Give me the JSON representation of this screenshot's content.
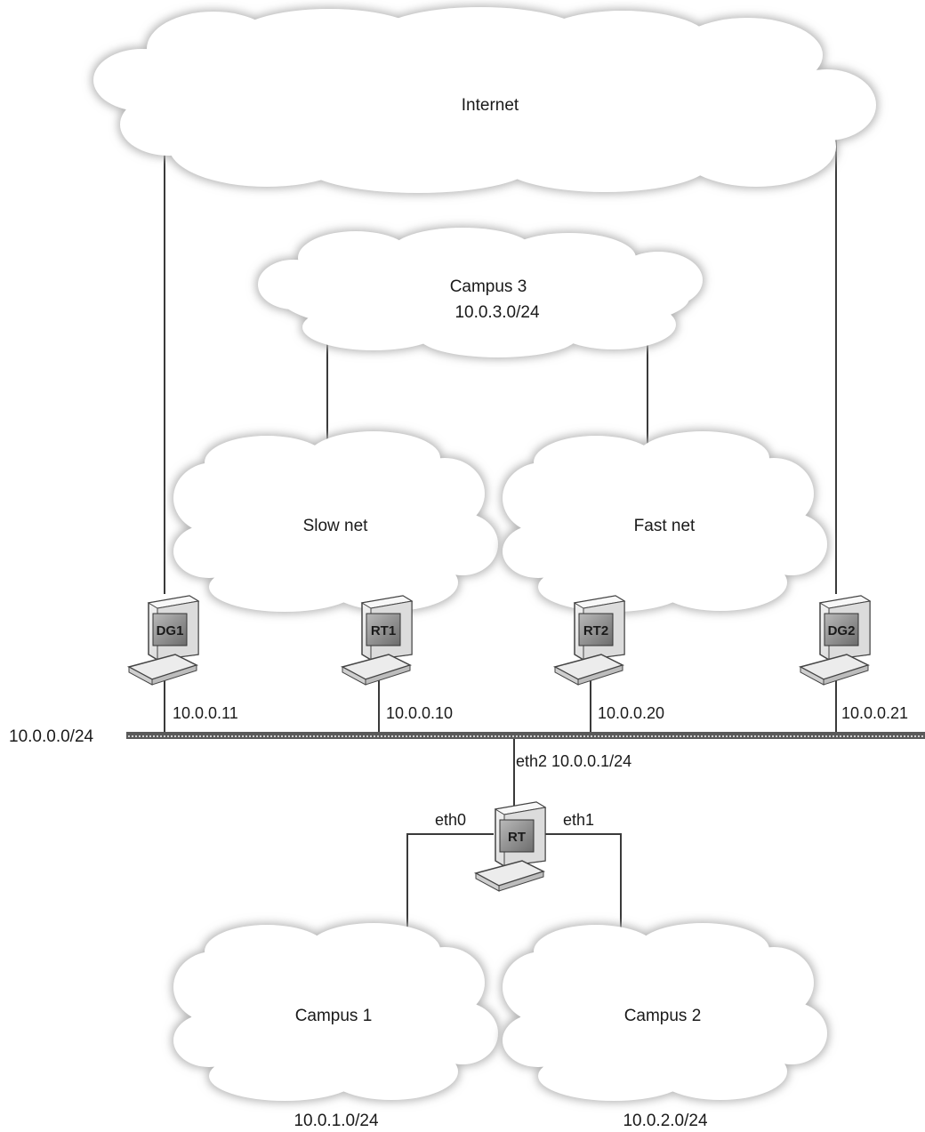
{
  "diagram": {
    "clouds": {
      "internet": {
        "label": "Internet"
      },
      "campus3": {
        "label": "Campus 3",
        "subnet": "10.0.3.0/24"
      },
      "slow_net": {
        "label": "Slow net"
      },
      "fast_net": {
        "label": "Fast net"
      },
      "campus1": {
        "label": "Campus 1",
        "subnet": "10.0.1.0/24"
      },
      "campus2": {
        "label": "Campus 2",
        "subnet": "10.0.2.0/24"
      }
    },
    "hosts": {
      "dg1": {
        "label": "DG1",
        "ip": "10.0.0.11"
      },
      "rt1": {
        "label": "RT1",
        "ip": "10.0.0.10"
      },
      "rt2": {
        "label": "RT2",
        "ip": "10.0.0.20"
      },
      "dg2": {
        "label": "DG2",
        "ip": "10.0.0.21"
      },
      "rt": {
        "label": "RT"
      }
    },
    "backbone": {
      "subnet": "10.0.0.0/24"
    },
    "interfaces": {
      "eth2": "eth2 10.0.0.1/24",
      "eth0": "eth0",
      "eth1": "eth1"
    },
    "colors": {
      "cloud_fill": "#ffffff",
      "cloud_halo": "#c8c8c8",
      "wire": "#3a3a3a",
      "computer_body": "#e9e9e9",
      "screen": "#8c8c8c"
    }
  }
}
